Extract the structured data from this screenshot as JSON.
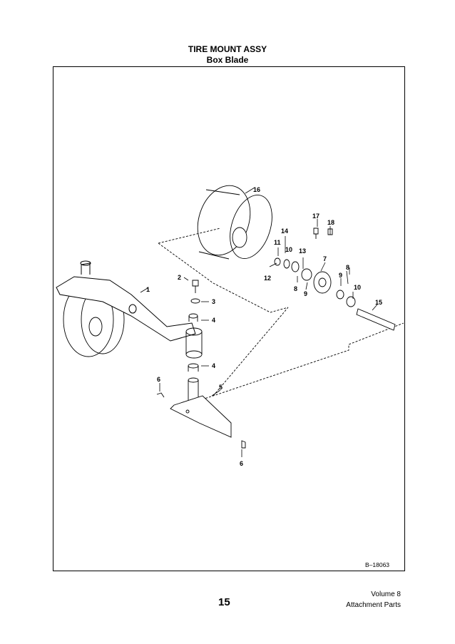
{
  "header": {
    "title": "TIRE MOUNT ASSY",
    "subtitle": "Box Blade"
  },
  "figure": {
    "code": "B–18063",
    "callouts": [
      "1",
      "2",
      "3",
      "4",
      "4",
      "5",
      "6",
      "6",
      "7",
      "8",
      "8",
      "9",
      "9",
      "10",
      "10",
      "11",
      "12",
      "13",
      "14",
      "15",
      "16",
      "17",
      "18"
    ]
  },
  "footer": {
    "page_number": "15",
    "volume": "Volume 8",
    "section": "Attachment Parts"
  }
}
